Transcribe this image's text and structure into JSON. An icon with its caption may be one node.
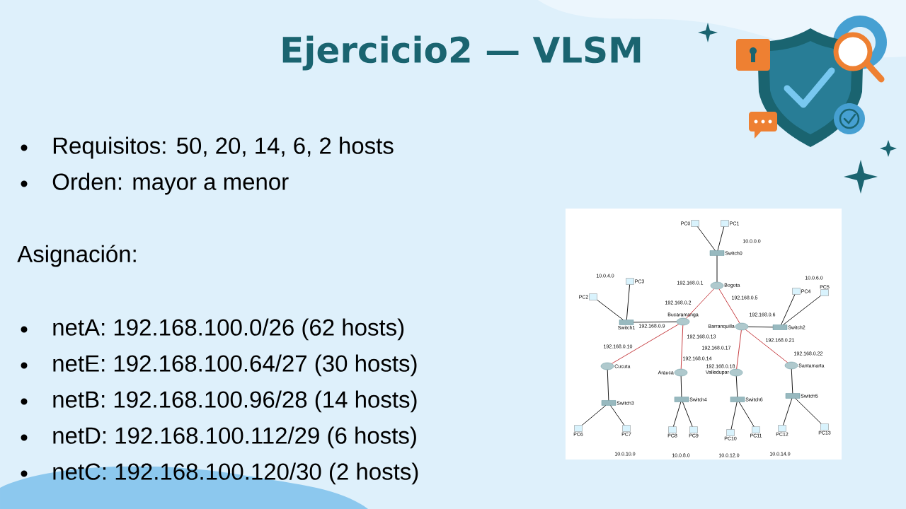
{
  "diagram": {
    "title": "Ejercicio2 — VLSM",
    "nodes": [
      {
        "text": [
          "PC0"
        ]
      },
      {
        "text": [
          "PC1"
        ]
      },
      {
        "text": [
          "Switch0"
        ]
      },
      {
        "text": [
          "Bogota"
        ]
      },
      {
        "text": [
          "PC3"
        ]
      },
      {
        "text": [
          "PC2"
        ]
      },
      {
        "text": [
          "PC4"
        ]
      },
      {
        "text": [
          "PC5"
        ]
      },
      {
        "text": [
          "Switch1"
        ]
      },
      {
        "text": [
          "Bucaramanga"
        ]
      },
      {
        "text": [
          "Barranquilla"
        ]
      },
      {
        "text": [
          "Switch2"
        ]
      },
      {
        "text": [
          "Cucuta"
        ]
      },
      {
        "text": [
          "Arauca"
        ]
      },
      {
        "text": [
          "Valledupar"
        ]
      },
      {
        "text": [
          "Santamarta"
        ]
      },
      {
        "text": [
          "Switch3"
        ]
      },
      {
        "text": [
          "Switch4"
        ]
      },
      {
        "text": [
          "Switch6"
        ]
      },
      {
        "text": [
          "Switch5"
        ]
      },
      {
        "text": [
          "PC6"
        ]
      },
      {
        "text": [
          "PC7"
        ]
      },
      {
        "text": [
          "PC8"
        ]
      },
      {
        "text": [
          "PC9"
        ]
      },
      {
        "text": [
          "PC10"
        ]
      },
      {
        "text": [
          "PC11"
        ]
      },
      {
        "text": [
          "PC12"
        ]
      },
      {
        "text": [
          "PC13"
        ]
      }
    ],
    "edges": [
      {
        "from": 0,
        "to": 2,
        "arrow": "none"
      },
      {
        "from": 1,
        "to": 2,
        "arrow": "none"
      },
      {
        "from": 2,
        "to": 3,
        "arrow": "none"
      },
      {
        "from": 4,
        "to": 8,
        "arrow": "none"
      },
      {
        "from": 5,
        "to": 8,
        "arrow": "none"
      },
      {
        "from": 8,
        "to": 9,
        "arrow": "none"
      },
      {
        "from": 3,
        "to": 9,
        "arrow": "none",
        "color": "#c0282d"
      },
      {
        "from": 3,
        "to": 10,
        "arrow": "none",
        "color": "#c0282d"
      },
      {
        "from": 6,
        "to": 11,
        "arrow": "none"
      },
      {
        "from": 7,
        "to": 11,
        "arrow": "none"
      },
      {
        "from": 11,
        "to": 10,
        "arrow": "none"
      },
      {
        "from": 9,
        "to": 12,
        "arrow": "none",
        "color": "#c0282d"
      },
      {
        "from": 9,
        "to": 13,
        "arrow": "none",
        "color": "#c0282d"
      },
      {
        "from": 10,
        "to": 14,
        "arrow": "none",
        "color": "#c0282d"
      },
      {
        "from": 10,
        "to": 15,
        "arrow": "none",
        "color": "#c0282d"
      },
      {
        "from": 12,
        "to": 16,
        "arrow": "none"
      },
      {
        "from": 13,
        "to": 17,
        "arrow": "none"
      },
      {
        "from": 14,
        "to": 18,
        "arrow": "none"
      },
      {
        "from": 15,
        "to": 19,
        "arrow": "none"
      },
      {
        "from": 16,
        "to": 20,
        "arrow": "none"
      },
      {
        "from": 16,
        "to": 21,
        "arrow": "none"
      },
      {
        "from": 17,
        "to": 22,
        "arrow": "none"
      },
      {
        "from": 17,
        "to": 23,
        "arrow": "none"
      },
      {
        "from": 18,
        "to": 24,
        "arrow": "none"
      },
      {
        "from": 18,
        "to": 25,
        "arrow": "none"
      },
      {
        "from": 19,
        "to": 26,
        "arrow": "none"
      },
      {
        "from": 19,
        "to": 27,
        "arrow": "none"
      }
    ],
    "labels": [
      "Requisitos: 50, 20, 14, 6, 2 hosts",
      "Orden: mayor a menor",
      "Asignación:",
      "netA: 192.168.100.0/26 (62 hosts)",
      "netE: 192.168.100.64/27 (30 hosts)",
      "netB: 192.168.100.96/28 (14 hosts)",
      "netD: 192.168.100.112/29 (6 hosts)",
      "netC: 192.168.100.120/30 (2 hosts)",
      "10.0.0.0",
      "10.0.4.0",
      "192.168.0.1",
      "192.168.0.5",
      "10.0.6.0",
      "192.168.0.2",
      "192.168.0.6",
      "192.168.0.9",
      "192.168.0.13",
      "192.168.0.17",
      "192.168.0.21",
      "192.168.0.10",
      "192.168.0.14",
      "192.168.0.18",
      "192.168.0.22",
      "10.0.10.0",
      "10.0.8.0",
      "10.0.12.0",
      "10.0.14.0"
    ]
  }
}
